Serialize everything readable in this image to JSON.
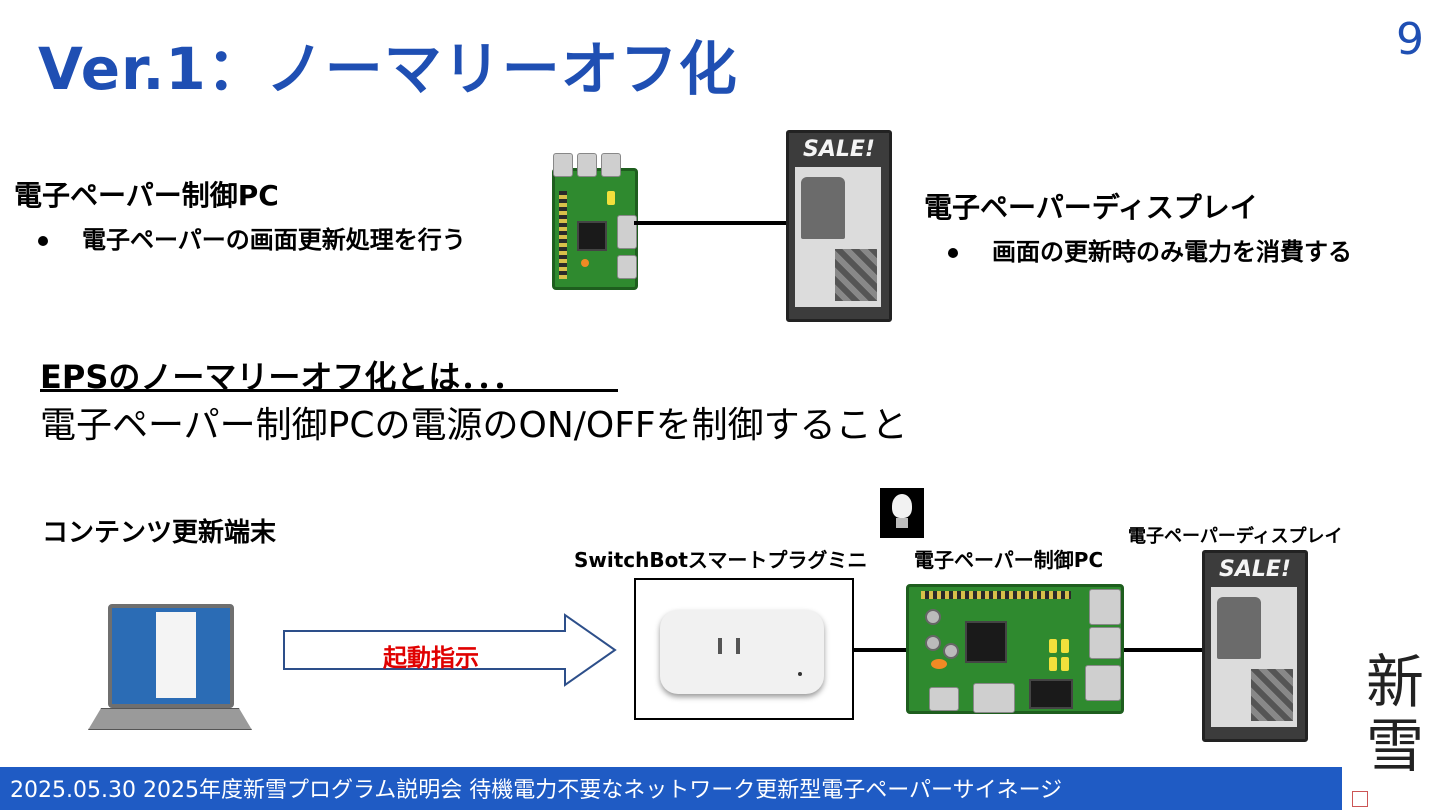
{
  "page": {
    "title": "Ver.1：ノーマリーオフ化",
    "page_number": "9"
  },
  "top_left": {
    "heading": "電子ペーパー制御PC",
    "bullet": "電子ペーパーの画面更新処理を行う"
  },
  "top_right": {
    "heading": "電子ペーパーディスプレイ",
    "bullet": "画面の更新時のみ電力を消費する"
  },
  "display_image": {
    "sale_text": "SALE!"
  },
  "eps": {
    "heading": "EPSのノーマリーオフ化とは．．．",
    "description": "電子ペーパー制御PCの電源のON/OFFを制御すること"
  },
  "diagram": {
    "terminal_label": "コンテンツ更新端末",
    "arrow_label": "起動指示",
    "plug_label": "SwitchBotスマートプラグミニ",
    "pc_label": "電子ペーパー制御PC",
    "display_label": "電子ペーパーディスプレイ"
  },
  "footer": {
    "text": "2025.05.30 2025年度新雪プログラム説明会 待機電力不要なネットワーク更新型電子ペーパーサイネージ"
  },
  "logo": {
    "text": "新雪"
  },
  "colors": {
    "title": "#1f4fb3",
    "footer_bg": "#1f5bc4",
    "arrow_label": "#e00000"
  }
}
